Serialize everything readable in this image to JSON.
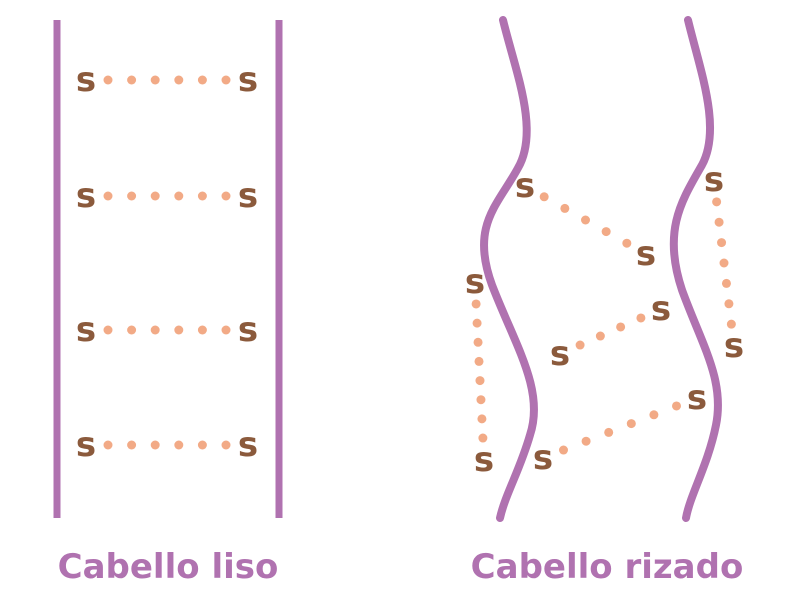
{
  "labels": {
    "straight_caption": "Cabello liso",
    "curly_caption": "Cabello rizado",
    "atom_symbol": "S"
  },
  "colors": {
    "strand": "#b072b0",
    "atom": "#8b5a3c",
    "bond_dot": "#f2aa86",
    "caption": "#b072b0",
    "background": "#ffffff"
  }
}
